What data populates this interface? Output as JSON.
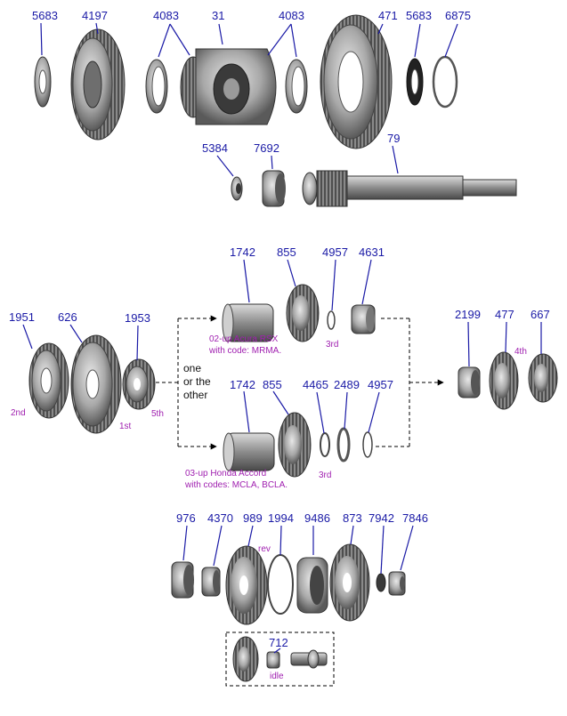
{
  "colors": {
    "part_number": "#1a1aa6",
    "note": "#a020b0",
    "metal_dark": "#555555",
    "metal_light": "#bdbdbd"
  },
  "row1": {
    "p5683a": "5683",
    "p4197": "4197",
    "p4083a": "4083",
    "p31": "31",
    "p4083b": "4083",
    "p471": "471",
    "p5683b": "5683",
    "p6875": "6875",
    "p5384": "5384",
    "p7692": "7692",
    "p79": "79"
  },
  "row2": {
    "p1951": "1951",
    "p626": "626",
    "p1953": "1953",
    "n2nd": "2nd",
    "n1st": "1st",
    "n5th": "5th",
    "choice": [
      "one",
      "or the",
      "other"
    ],
    "top": {
      "p1742": "1742",
      "p855": "855",
      "p4957": "4957",
      "p4631": "4631",
      "n3rd": "3rd",
      "note_line1": "02-up Acura RSX",
      "note_line2": "with code: MRMA."
    },
    "bottom": {
      "p1742": "1742",
      "p855": "855",
      "p4465": "4465",
      "p2489": "2489",
      "p4957": "4957",
      "n3rd": "3rd",
      "note_line1": "03-up Honda Accord",
      "note_line2": "with codes: MCLA, BCLA."
    },
    "right": {
      "p2199": "2199",
      "p477": "477",
      "p667": "667",
      "n4th": "4th"
    }
  },
  "row3": {
    "p976": "976",
    "p4370": "4370",
    "p989": "989",
    "p1994": "1994",
    "p9486": "9486",
    "p873": "873",
    "p7942": "7942",
    "p7846": "7846",
    "nrev": "rev",
    "p712": "712",
    "nidle": "idle"
  }
}
